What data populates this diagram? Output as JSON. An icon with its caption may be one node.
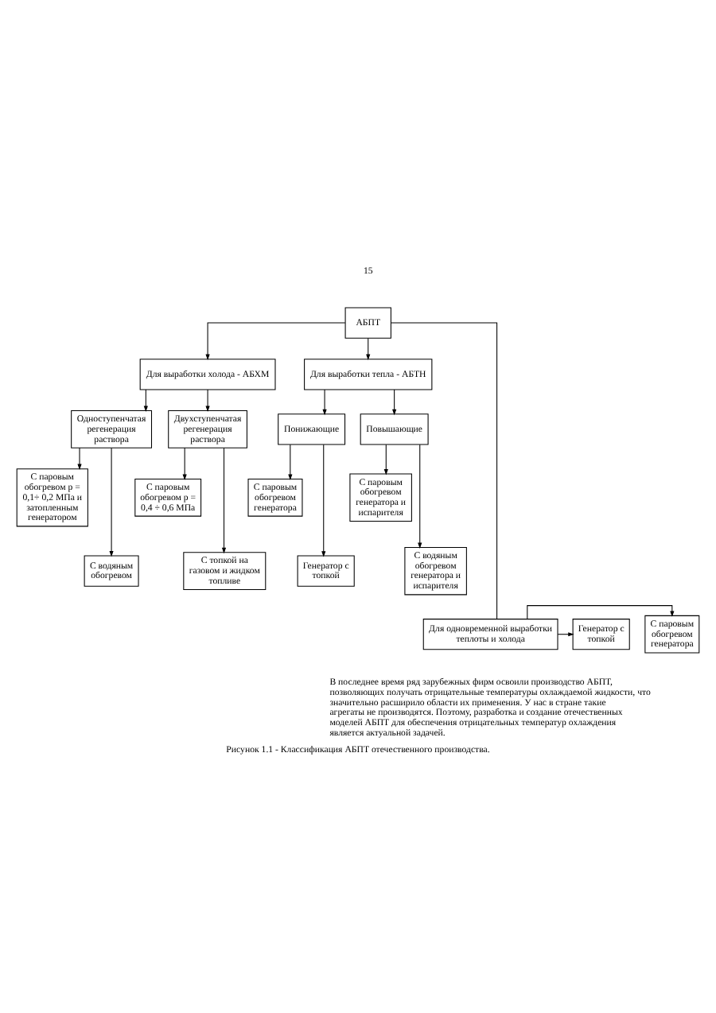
{
  "diagram": {
    "caption": "Рисунок 1.1 - Классификация АБПТ отечественного производства.",
    "nodes": [
      {
        "text": [
          "АБПТ"
        ]
      },
      {
        "text": [
          "Для выработки холода - АБХМ"
        ]
      },
      {
        "text": [
          "Для выработки тепла - АБТН"
        ]
      },
      {
        "text": [
          "Одноступенчатая регенерация раствора"
        ]
      },
      {
        "text": [
          "Двухступенчатая регенерация раствора"
        ]
      },
      {
        "text": [
          "Понижающие"
        ]
      },
      {
        "text": [
          "Повышающие"
        ]
      },
      {
        "text": [
          "С паровым обогревом p = 0,1÷ 0,2 МПа и затопленным генератором"
        ]
      },
      {
        "text": [
          "С паровым обогревом p = 0,4 ÷ 0,6 МПа"
        ]
      },
      {
        "text": [
          "С паровым обогревом генератора"
        ]
      },
      {
        "text": [
          "С паровым обогревом генератора и испарителя"
        ]
      },
      {
        "text": [
          "С водяным обогревом"
        ]
      },
      {
        "text": [
          "С топкой на газовом и жидком топливе"
        ]
      },
      {
        "text": [
          "Генератор с топкой"
        ]
      },
      {
        "text": [
          "С водяным обогревом генератора и испарителя"
        ]
      },
      {
        "text": [
          "Для одновременной выработки теплоты и холода"
        ]
      },
      {
        "text": [
          "С паровым обогревом генератора"
        ]
      },
      {
        "text": [
          "Генератор с топкой"
        ]
      }
    ],
    "edges": [
      {
        "from": 0,
        "to": 1,
        "arrow": "to"
      },
      {
        "from": 0,
        "to": 2,
        "arrow": "to"
      },
      {
        "from": 1,
        "to": 3,
        "arrow": "to"
      },
      {
        "from": 1,
        "to": 4,
        "arrow": "to"
      },
      {
        "from": 2,
        "to": 5,
        "arrow": "to"
      },
      {
        "from": 2,
        "to": 6,
        "arrow": "to"
      },
      {
        "from": 3,
        "to": 7,
        "arrow": "to"
      },
      {
        "from": 4,
        "to": 8,
        "arrow": "to"
      },
      {
        "from": 5,
        "to": 9,
        "arrow": "to"
      },
      {
        "from": 6,
        "to": 10,
        "arrow": "to"
      },
      {
        "from": 3,
        "to": 11,
        "arrow": "to"
      },
      {
        "from": 4,
        "to": 12,
        "arrow": "to"
      },
      {
        "from": 5,
        "to": 13,
        "arrow": "to"
      },
      {
        "from": 6,
        "to": 14,
        "arrow": "to"
      },
      {
        "from": 0,
        "to": 15,
        "arrow": "none"
      },
      {
        "from": 15,
        "to": 16,
        "arrow": "to"
      },
      {
        "from": 15,
        "to": 17,
        "arrow": "to"
      }
    ],
    "labels": [
      "15",
      "В последнее время ряд зарубежных фирм освоили производство АБПТ, позволяющих получать отрицательные температуры охлаждаемой жидкости, что значительно расширило области их применения. У нас в стране такие агрегаты не производятся. Поэтому, разработка и создание отечественных моделей АБПТ для обеспечения отрицательных температур охлаждения является актуальной задачей."
    ]
  }
}
